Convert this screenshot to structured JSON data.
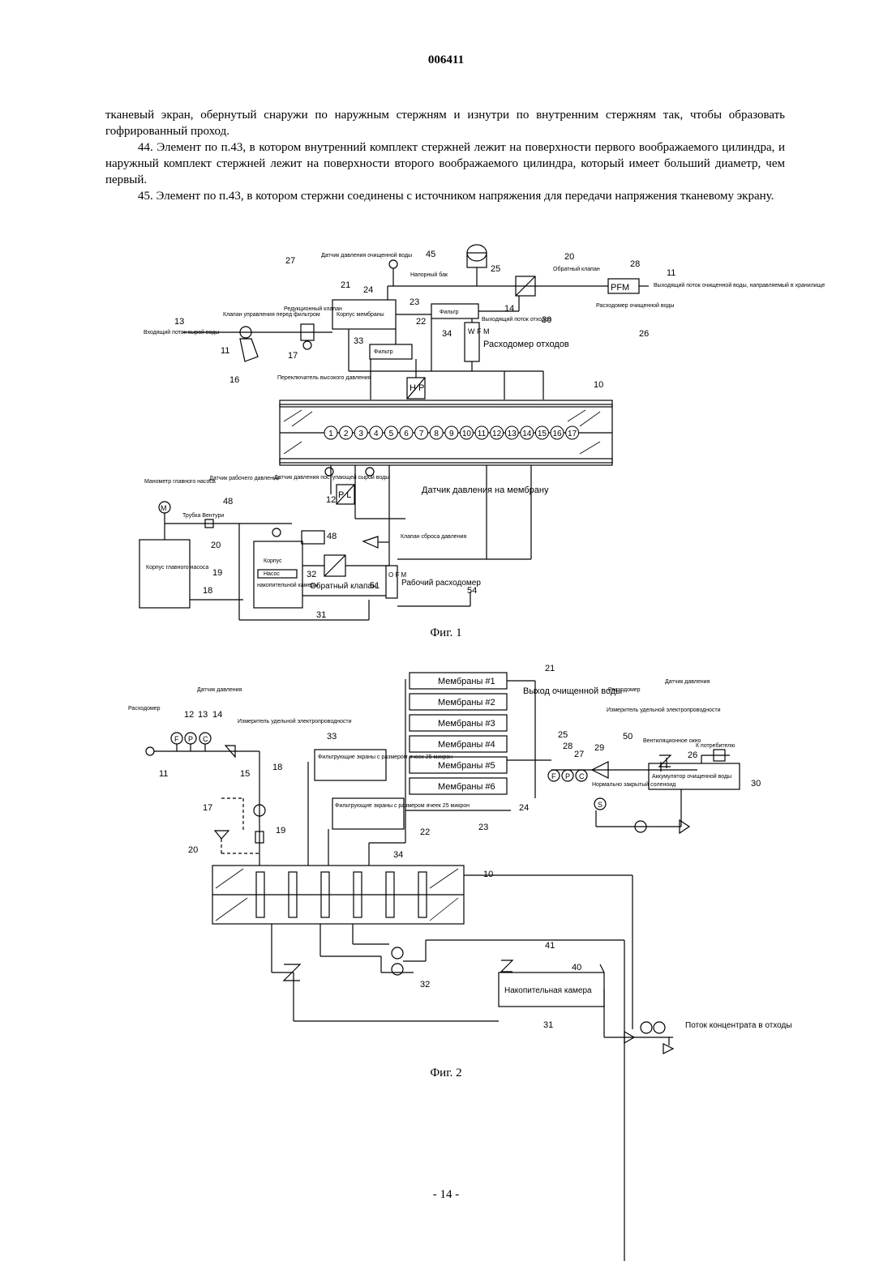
{
  "header": {
    "doc_number": "006411"
  },
  "claims": {
    "cont": "тканевый экран, обернутый снаружи по наружным стержням и изнутри по внутренним стержням так, чтобы образовать гофрированный проход.",
    "c44": "44. Элемент по п.43, в котором внутренний комплект стержней лежит на поверхности первого воображаемого цилиндра, и наружный комплект стержней лежит на поверхности второго воображаемого цилиндра, который имеет больший диаметр, чем первый.",
    "c45": "45. Элемент по п.43, в котором стержни соединены с источником напряжения для передачи напряжения тканевому экрану."
  },
  "fig1": {
    "caption": "Фиг. 1",
    "labels": {
      "l27": "27",
      "sensor_clean": "Датчик давления очищенной воды",
      "l45": "45",
      "tank": "Напорный бак",
      "l25": "25",
      "l20a": "20",
      "check_valve": "Обратный клапан",
      "l28": "28",
      "pfm": "PFM",
      "l11a": "11",
      "outflow": "Выходящий поток очищенной воды, направляемый в хранилище",
      "clean_meter": "Расходомер очищенной воды",
      "l26": "26",
      "l21": "21",
      "l24": "24",
      "membrane_housing": "Корпус мембраны",
      "l23": "23",
      "filter_top": "Фильтр",
      "l14": "14",
      "waste_out": "Выходящий поток отходов",
      "l30": "30",
      "l22": "22",
      "l34": "34",
      "wfm": "W F M",
      "waste_meter": "Расходомер отходов",
      "l13": "13",
      "inflow": "Входящий поток сырой воды",
      "ctrl_valve": "Клапан управления перед фильтром",
      "reducer": "Редукционный клапан",
      "l11b": "11",
      "l17": "17",
      "l33": "33",
      "filter_mid": "Фильтр",
      "l16": "16",
      "hp_switch": "Переключатель высокого давления",
      "hp": "H P",
      "l10": "10",
      "cells": [
        "1",
        "2",
        "3",
        "4",
        "5",
        "6",
        "7",
        "8",
        "9",
        "10",
        "11",
        "12",
        "13",
        "14",
        "15",
        "16",
        "17"
      ],
      "gauge_main": "Манометр главного насоса",
      "work_sensor": "Датчик рабочего давления",
      "raw_sensor": "Датчик давления поступающей сырой воды",
      "membrane_sensor": "Датчик давления на мембрану",
      "l48a": "48",
      "venturi": "Трубка Вентури",
      "l12": "12",
      "pl": "P L",
      "relief": "Клапан сброса давления",
      "l20b": "20",
      "l48b": "48",
      "pump_housing": "Корпус главного насоса",
      "l19": "19",
      "l18": "18",
      "chamber_housing": "Корпус",
      "pump": "Насос",
      "chamber": "накопительной камеры",
      "l32": "32",
      "check_valve2": "Обратный клапан",
      "l51": "51",
      "ofm": "O F M",
      "work_meter": "Рабочий расходомер",
      "l54": "54",
      "l31": "31",
      "m": "M"
    }
  },
  "fig2": {
    "caption": "Фиг. 2",
    "labels": {
      "l21": "21",
      "m1": "Мембраны #1",
      "m2": "Мембраны #2",
      "m3": "Мембраны #3",
      "m4": "Мембраны #4",
      "m5": "Мембраны #5",
      "m6": "Мембраны #6",
      "clean_out": "Выход очищенной воды",
      "flowmeter_r": "Расходомер",
      "psensor_r": "Датчик давления",
      "cond_r": "Измеритель удельной электропроводности",
      "flowmeter_l": "Расходомер",
      "psensor_l": "Датчик давления",
      "cond_l": "Измеритель удельной электропроводности",
      "l12": "12",
      "l13": "13",
      "l14": "14",
      "l11": "11",
      "l15": "15",
      "l18": "18",
      "l33": "33",
      "filter33": "Фильтрующие экраны с размером ячеек 25 микрон",
      "l17": "17",
      "l19": "19",
      "filter34": "Фильтрующие экраны с размером ячеек 25 микрон",
      "l20": "20",
      "l22": "22",
      "l23": "23",
      "l24": "24",
      "l34": "34",
      "l25": "25",
      "l28": "28",
      "l27": "27",
      "l29": "29",
      "l50": "50",
      "vent": "Вентиляционное окно",
      "consumer": "К потребителю",
      "l26": "26",
      "solenoid": "Нормально закрытый соленоид",
      "accum": "Аккумулятор очищенной воды",
      "l30": "30",
      "l10": "10",
      "l41": "41",
      "l40": "40",
      "l32": "32",
      "store": "Накопительная камера",
      "l31": "31",
      "concentrate": "Поток концентрата в отходы",
      "f": "F",
      "p": "P",
      "c": "C",
      "s": "S"
    }
  },
  "footer": {
    "page": "- 14 -"
  }
}
